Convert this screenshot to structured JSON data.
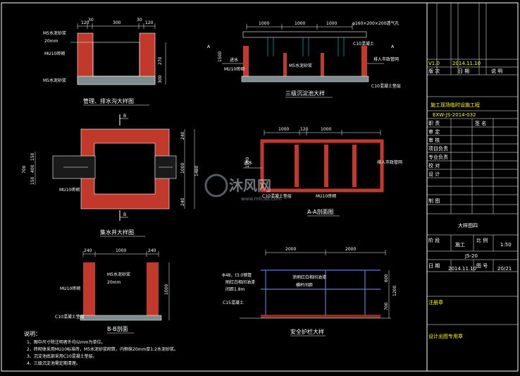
{
  "drawings": {
    "gutter_detail": {
      "title": "管理、排水沟大样图",
      "dims_top": [
        "120",
        "30",
        "300",
        "30",
        "120"
      ],
      "dims_right": [
        "270",
        "300"
      ],
      "labels": [
        "M5水泥砂浆",
        "20mm",
        "MU10砖砌",
        "M5水泥砂浆"
      ]
    },
    "tank": {
      "title": "三级沉淀池大样",
      "dims_top": [
        "1000",
        "1000",
        "1000"
      ],
      "dim_left": "1500",
      "section_mark": "A",
      "labels": [
        "φ160×200×200透气孔",
        "C10混凝土",
        "进水",
        "MU10砖砌",
        "M5水泥砂浆",
        "排入市政管网",
        "C10混凝土垫层"
      ]
    },
    "sump_plan": {
      "title": "集水井大样图",
      "mark": "B",
      "dims_right": [
        "240",
        "1000",
        "240"
      ],
      "dim_total": "1480",
      "dims_left": [
        "150",
        "400",
        "150"
      ],
      "dim_left_total": "700",
      "labels": [
        "MU10砖砌"
      ]
    },
    "section_aa": {
      "title": "A-A剖面图",
      "dims_top": [
        "1000",
        "120",
        "1000"
      ],
      "dim_left": "1500",
      "labels": [
        "进水",
        "排入市政管网",
        "C10混凝土垫层",
        "MU10砖砌"
      ]
    },
    "section_bb": {
      "title": "B-B剖面",
      "dims_top": [
        "240",
        "1000",
        "240"
      ],
      "dim_right": "1000",
      "labels": [
        "M5水泥砂浆",
        "20mm",
        "MU10砖砌",
        "C10混凝土垫层"
      ]
    },
    "railing": {
      "title": "安全护栏大样",
      "dims_top": [
        "2000",
        "2000"
      ],
      "dims_right": [
        "600",
        "1200",
        "700"
      ],
      "labels": [
        "Φ48，t3.0钢管",
        "刷红白相间油漆",
        "间距1.8m",
        "C15混凝土",
        "涂刷红白相间油漆",
        "横杆间距"
      ]
    },
    "notes": {
      "heading": "说明：",
      "lines": [
        "1、图中尺寸除注明者外均以mm为单位。",
        "2、砖砌体采用MU10标准砖，M5水泥砂浆砌筑，内侧抹20mm厚1:2水泥砂浆。",
        "3、沉淀池底部采用C10混凝土垫层。",
        "4、三级沉淀池需定期清理。"
      ]
    }
  },
  "title_block": {
    "version": "V1.0",
    "version_date": "2014.11.10",
    "row_labels": [
      "版 次",
      "日 期",
      "说 明"
    ],
    "project_name": "施工现场临时设施工程",
    "drawing_code": "EXW-JS-2014-032",
    "roles": [
      {
        "label": "职 责",
        "sign": "签 名"
      },
      {
        "label": "审 定"
      },
      {
        "label": "审 核"
      },
      {
        "label": "项目负责"
      },
      {
        "label": "专业负责"
      },
      {
        "label": "校 对"
      },
      {
        "label": "设 计"
      },
      {
        "label": "制 图"
      }
    ],
    "drawing_title": "大样图四",
    "stage_label": "阶 段",
    "stage_value": "施工",
    "scale_label": "比 例",
    "scale_value": "1:50",
    "sheet_code": "JS-20",
    "date_label": "日 期",
    "date_value": "2014.11.10",
    "sheet_label": "图 号",
    "sheet_value": "20/21",
    "register_label": "注册章",
    "seal_label": "设计出图专用章"
  },
  "watermark": {
    "brand": "沐风网",
    "url": "www.mfcad.com"
  }
}
